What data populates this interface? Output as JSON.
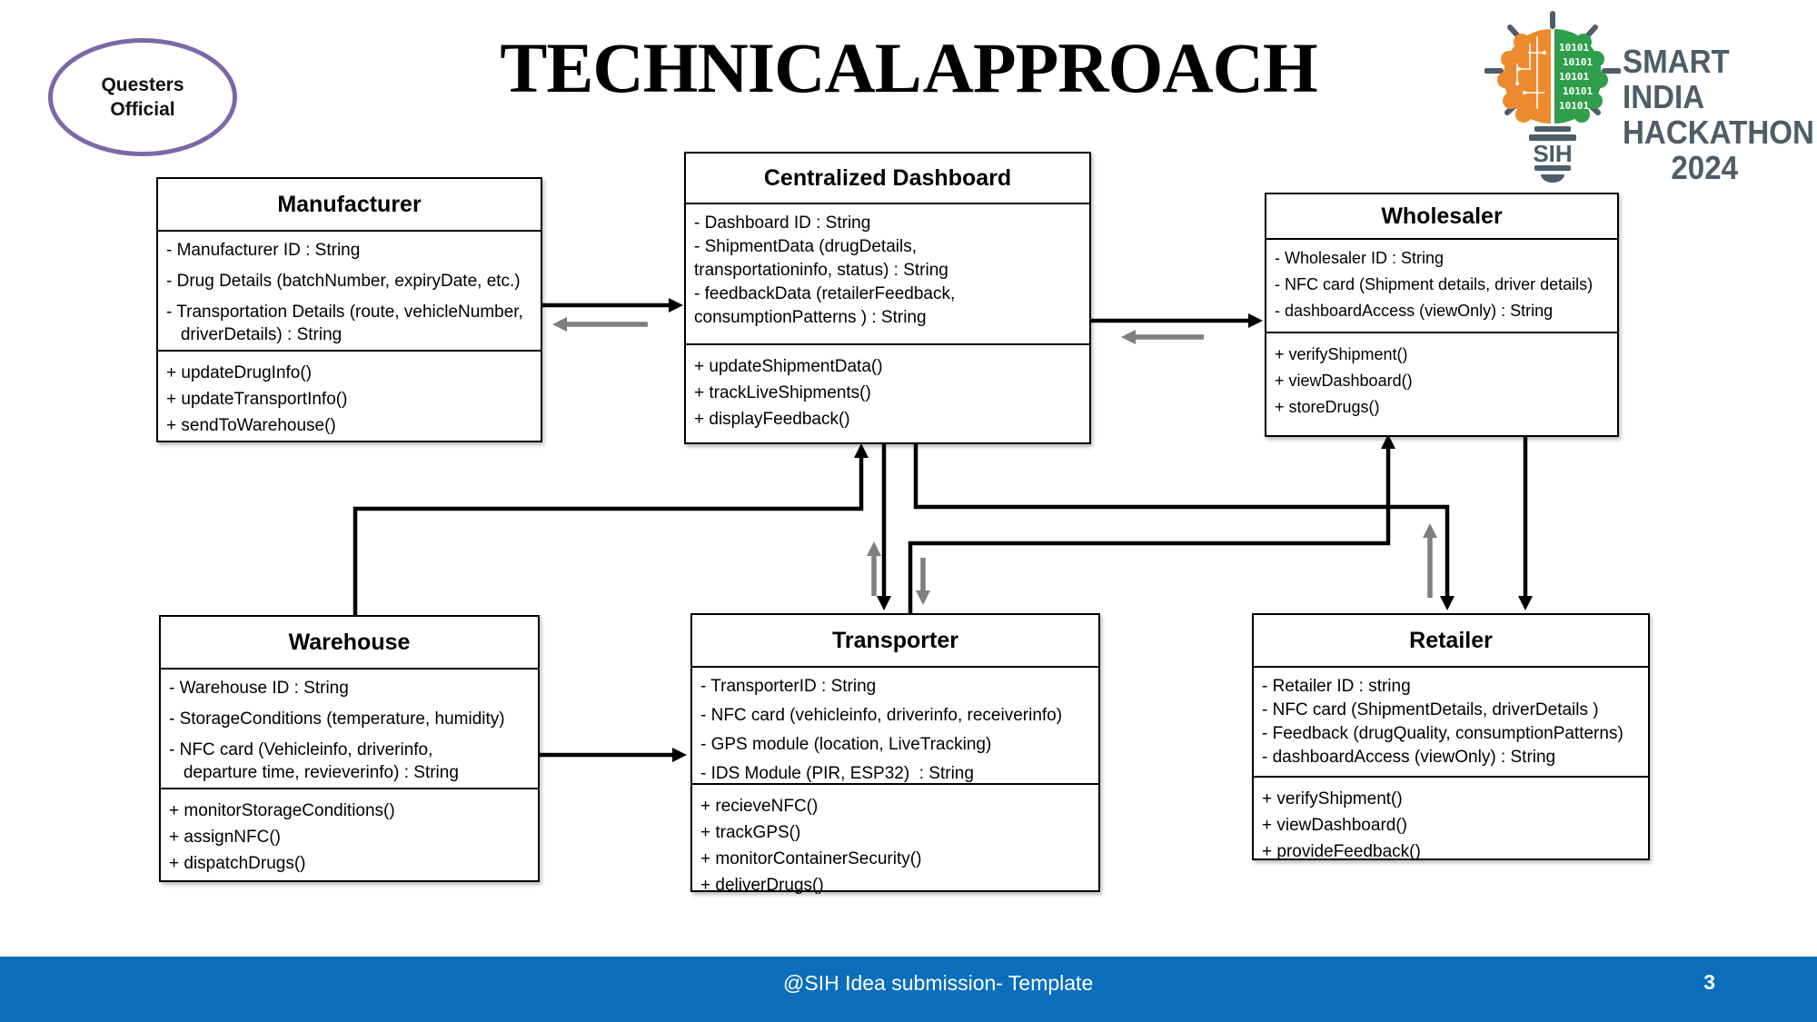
{
  "slide": {
    "title": "TECHNICAL APPROACH"
  },
  "badge": {
    "line1": "Questers",
    "line2": "Official"
  },
  "logo": {
    "smart": "SMART INDIA",
    "hack": "HACKATHON",
    "year": "2024",
    "sih": "SIH",
    "binary": "10101"
  },
  "footer": {
    "text": "@SIH Idea submission- Template",
    "page": "3"
  },
  "colors": {
    "footer_bg": "#0A6EBD",
    "badge_purple": "#7C68A8",
    "logo_orange": "#EE8A2E",
    "logo_green": "#2E9E4A",
    "logo_gray": "#4E5D68",
    "arrow_black": "#000000",
    "arrow_gray": "#7F7F7F"
  },
  "classes": [
    {
      "title": "Manufacturer",
      "attributes": [
        "- Manufacturer ID : String",
        "- Drug Details (batchNumber, expiryDate, etc.)",
        "- Transportation Details (route, vehicleNumber,",
        "   driverDetails) : String"
      ],
      "methods": [
        "+ updateDrugInfo()",
        "+ updateTransportInfo()",
        "+ sendToWarehouse()"
      ]
    },
    {
      "title": "Centralized Dashboard",
      "attributes": [
        "- Dashboard ID : String",
        "- ShipmentData (drugDetails,",
        "transportationinfo, status) : String",
        "- feedbackData (retailerFeedback,",
        "consumptionPatterns ) : String"
      ],
      "methods": [
        "+ updateShipmentData()",
        "+ trackLiveShipments()",
        "+ displayFeedback()"
      ]
    },
    {
      "title": "Wholesaler",
      "attributes": [
        "- Wholesaler ID : String",
        "- NFC card (Shipment details, driver details)",
        "- dashboardAccess (viewOnly) : String"
      ],
      "methods": [
        "+ verifyShipment()",
        "+ viewDashboard()",
        "+ storeDrugs()"
      ]
    },
    {
      "title": "Warehouse",
      "attributes": [
        "- Warehouse ID : String",
        "- StorageConditions (temperature, humidity)",
        "- NFC card (Vehicleinfo, driverinfo,",
        "   departure time, revieverinfo) : String"
      ],
      "methods": [
        "+ monitorStorageConditions()",
        "+ assignNFC()",
        "+ dispatchDrugs()"
      ]
    },
    {
      "title": "Transporter",
      "attributes": [
        "- TransporterID : String",
        "- NFC card (vehicleinfo, driverinfo, receiverinfo)",
        "- GPS module (location, LiveTracking)",
        "- IDS Module (PIR, ESP32)  : String"
      ],
      "methods": [
        "+ recieveNFC()",
        "+ trackGPS()",
        "+ monitorContainerSecurity()",
        "+ deliverDrugs()"
      ]
    },
    {
      "title": "Retailer",
      "attributes": [
        "- Retailer ID : string",
        "- NFC card (ShipmentDetails, driverDetails )",
        "- Feedback (drugQuality, consumptionPatterns)",
        "- dashboardAccess (viewOnly) : String"
      ],
      "methods": [
        "+ verifyShipment()",
        "+ viewDashboard()",
        "+ provideFeedback()"
      ]
    }
  ]
}
